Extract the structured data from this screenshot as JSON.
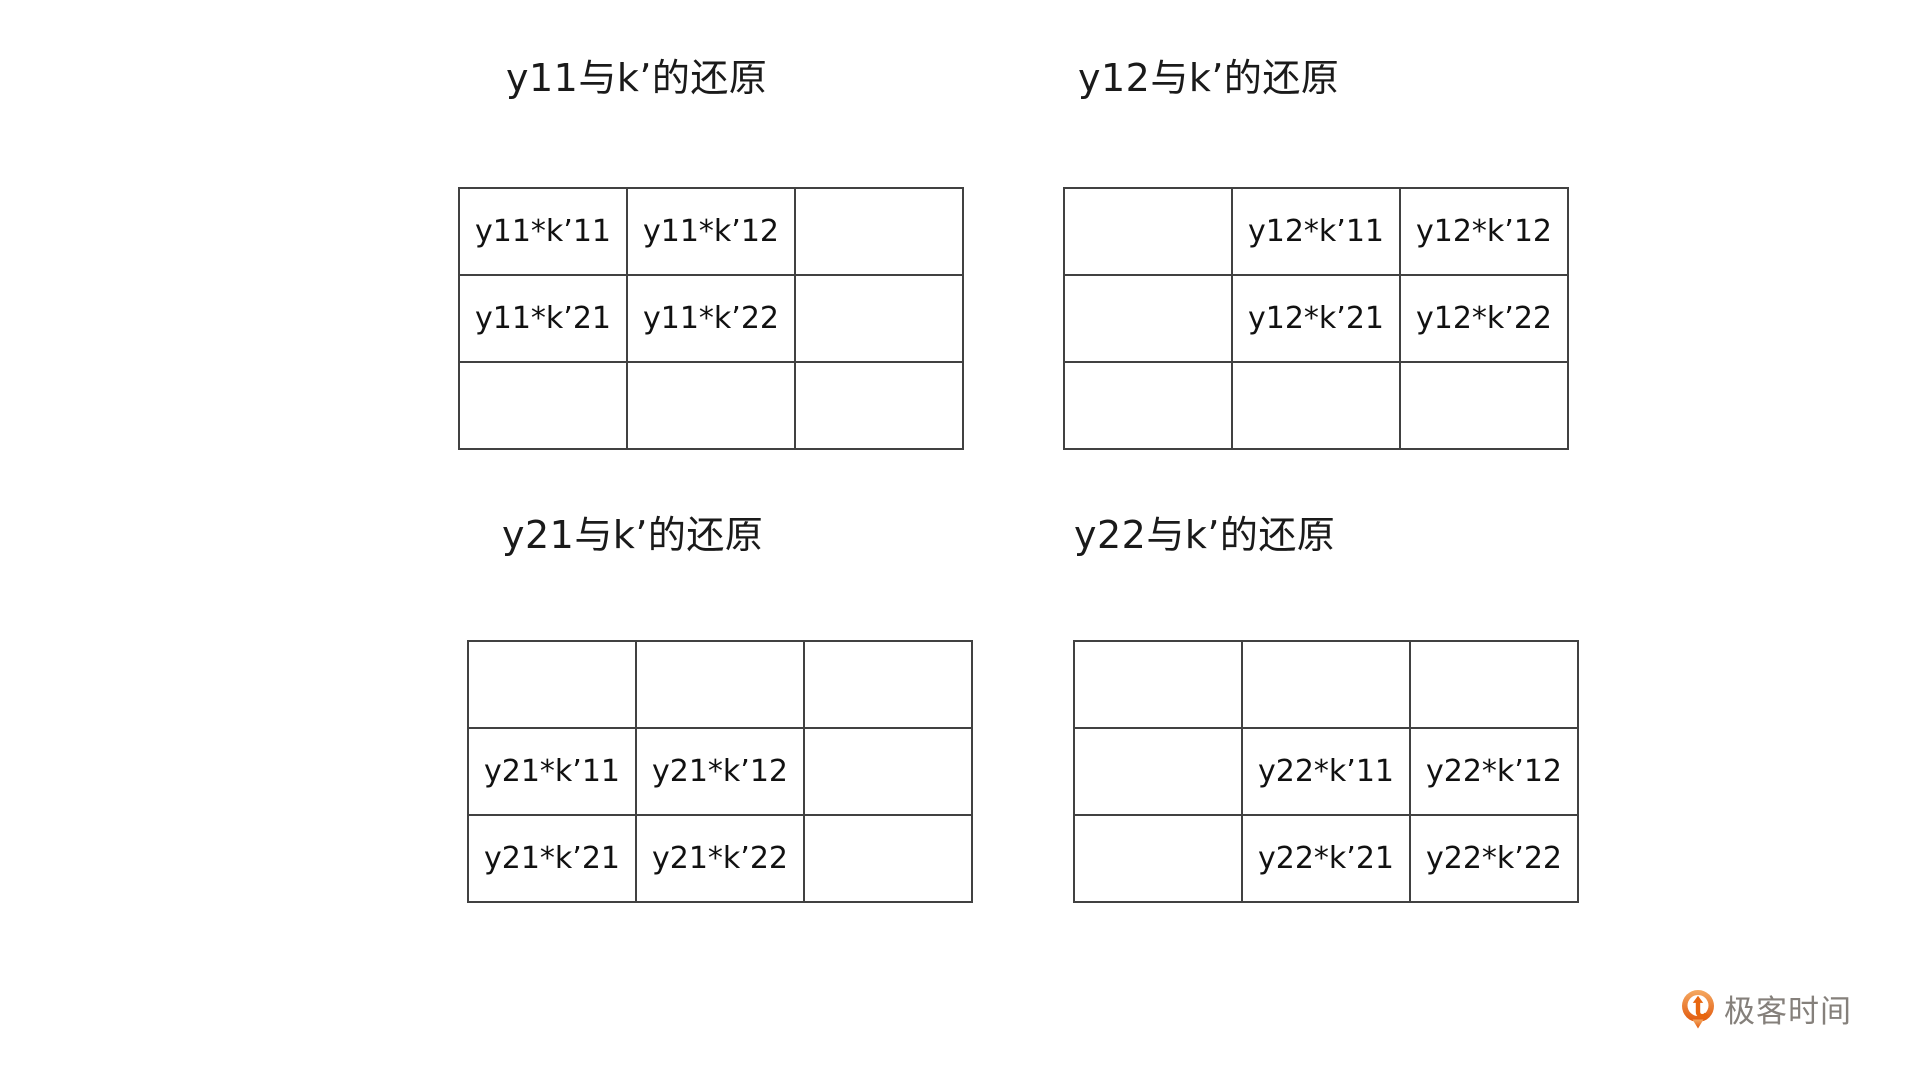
{
  "panels": [
    {
      "id": "y11",
      "title": "y11与k’的还原",
      "cells": [
        [
          "y11*k’11",
          "y11*k’12",
          ""
        ],
        [
          "y11*k’21",
          "y11*k’22",
          ""
        ],
        [
          "",
          "",
          ""
        ]
      ]
    },
    {
      "id": "y12",
      "title": "y12与k’的还原",
      "cells": [
        [
          "",
          "y12*k’11",
          "y12*k’12"
        ],
        [
          "",
          "y12*k’21",
          "y12*k’22"
        ],
        [
          "",
          "",
          ""
        ]
      ]
    },
    {
      "id": "y21",
      "title": "y21与k’的还原",
      "cells": [
        [
          "",
          "",
          ""
        ],
        [
          "y21*k’11",
          "y21*k’12",
          ""
        ],
        [
          "y21*k’21",
          "y21*k’22",
          ""
        ]
      ]
    },
    {
      "id": "y22",
      "title": "y22与k’的还原",
      "cells": [
        [
          "",
          "",
          ""
        ],
        [
          "",
          "y22*k’11",
          "y22*k’12"
        ],
        [
          "",
          "y22*k’21",
          "y22*k’22"
        ]
      ]
    }
  ],
  "logo": {
    "text": "极客时间"
  },
  "colors": {
    "background": "#ffffff",
    "table_border": "#414141",
    "title_text": "#1a1a1a",
    "cell_text": "#111111",
    "logo_text": "#85807b",
    "logo_orange_top": "#F5A962",
    "logo_orange_bottom": "#E1580C"
  }
}
